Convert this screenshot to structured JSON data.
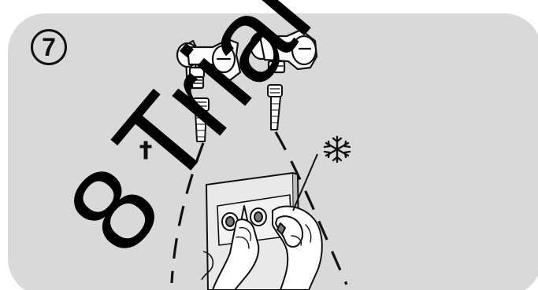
{
  "step": {
    "number": "7"
  },
  "symbol": {
    "icon": "frost-snowflake-icon"
  },
  "watermark": {
    "text": "Trial",
    "digit": "8",
    "color": "#000000"
  },
  "colors": {
    "panel": "#d9d9d9",
    "line": "#111111",
    "page": "#ffffff"
  }
}
